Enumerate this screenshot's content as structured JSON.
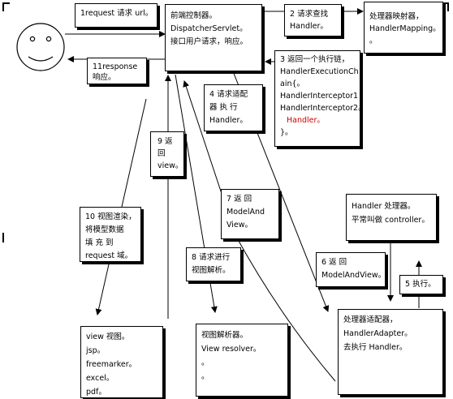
{
  "boxes": {
    "request": [
      "1request 请求 url。"
    ],
    "dispatcher": [
      "前端控制器。",
      "DispatcherServlet。",
      "接口用户请求，响应。"
    ],
    "find_handler": [
      "2  请求查找",
      "Handler。"
    ],
    "handler_mapping": [
      "处理器映射器，",
      "HandlerMapping。",
      "。"
    ],
    "response": [
      "11response",
      "响应。"
    ],
    "exec_chain": [
      "3 返回一个执行链，",
      "HandlerExecutionCh",
      "ain{。",
      "HandlerInterceptor1",
      "HandlerInterceptor2。",
      "Handler。",
      "}。"
    ],
    "adapt_request": [
      "4  请求适配",
      "器  执  行",
      "Handler。"
    ],
    "return_view": [
      "9    返",
      "回",
      "view。"
    ],
    "return_mav_top": [
      "7     返     回",
      "ModelAnd",
      "View。"
    ],
    "handler_note": [
      "Handler 处理器。",
      "平常叫做 controller。"
    ],
    "render": [
      "10 视图渲染，",
      "将模型数据",
      "填   充   到",
      "request 域。"
    ],
    "resolve_request": [
      "8 请求进行",
      "视图解析。"
    ],
    "return_mav": [
      "6        返        回",
      "ModelAndView。"
    ],
    "execute": [
      "5 执行。"
    ],
    "views": [
      "view 视图。",
      "jsp。",
      "freemarker。",
      "excel。",
      "pdf。"
    ],
    "resolver": [
      "视图解析器。",
      "View resolver。",
      "。",
      "。"
    ],
    "adapter": [
      "处理器适配器，",
      "HandlerAdapter。",
      "去执行 Handler。"
    ]
  },
  "colors": {
    "stroke": "#000000",
    "highlight": "#cc0000"
  }
}
